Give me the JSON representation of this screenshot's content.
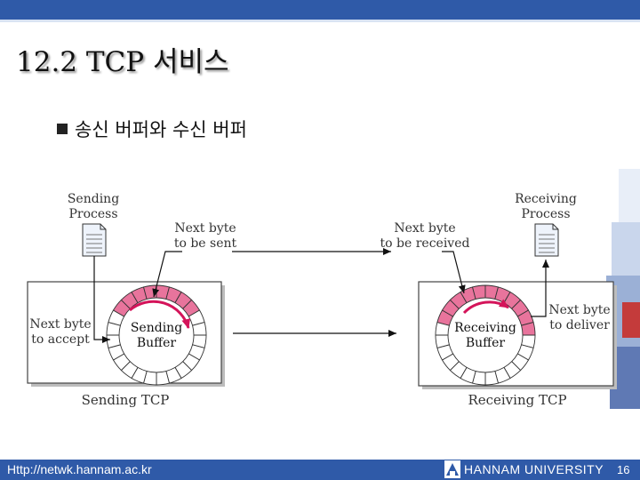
{
  "slide": {
    "title": "12.2 TCP 서비스",
    "bullet_text": "송신 버퍼와 수신 버퍼"
  },
  "diagram": {
    "sending_process": [
      "Sending",
      "Process"
    ],
    "receiving_process": [
      "Receiving",
      "Process"
    ],
    "next_byte_sent": [
      "Next byte",
      "to be sent"
    ],
    "next_byte_received": [
      "Next byte",
      "to be received"
    ],
    "next_byte_accept": [
      "Next byte",
      "to accept"
    ],
    "next_byte_deliver": [
      "Next byte",
      "to deliver"
    ],
    "sending_buffer": [
      "Sending",
      "Buffer"
    ],
    "receiving_buffer": [
      "Receiving",
      "Buffer"
    ],
    "sending_tcp": "Sending TCP",
    "receiving_tcp": "Receiving TCP"
  },
  "footer": {
    "url": "Http://netwk.hannam.ac.kr",
    "university": "HANNAM UNIVERSITY",
    "page": "16"
  },
  "colors": {
    "accent_bar": "#2f5aa8",
    "buffer_filled": "#e8749c",
    "arrow": "#d4145a"
  }
}
